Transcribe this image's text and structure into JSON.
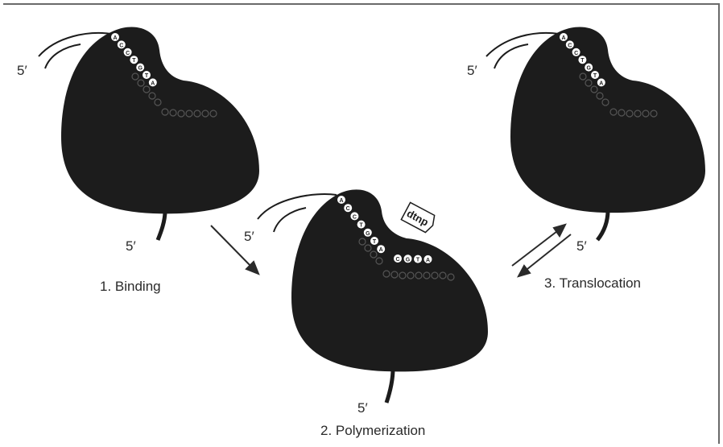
{
  "labels": {
    "binding": "1. Binding",
    "polymerization": "2. Polymerization",
    "translocation": "3. Translocation",
    "five_prime": "5′"
  },
  "bases": {
    "binding": [
      "A",
      "C",
      "C",
      "T",
      "G",
      "T",
      "A"
    ],
    "polymerization_template": [
      "A",
      "C",
      "C",
      "T",
      "G",
      "T",
      "A"
    ],
    "polymerization_new": [
      "C",
      "G",
      "T",
      "A"
    ],
    "translocation": [
      "A",
      "C",
      "C",
      "T",
      "G",
      "T",
      "A"
    ]
  },
  "incoming_nucleotide": "dtnp",
  "colors": {
    "enzyme": "#1c1c1c",
    "strand_bead": "#ffffff",
    "hidden_bead": "#4a4a4a",
    "text": "#2a2a2a"
  }
}
